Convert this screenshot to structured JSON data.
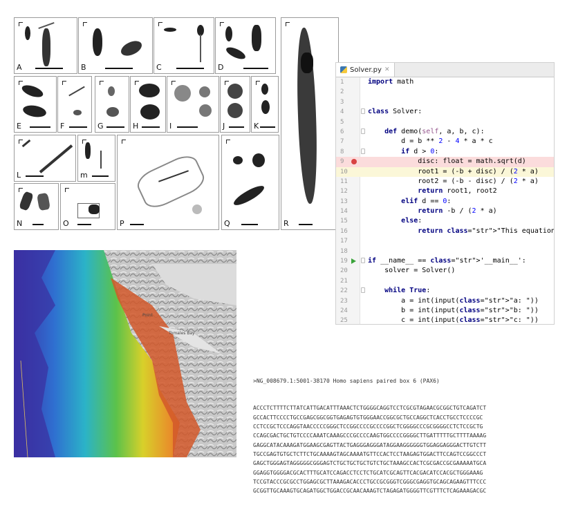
{
  "plankton": {
    "labels": [
      "A",
      "B",
      "C",
      "D",
      "E",
      "F",
      "G",
      "H",
      "I",
      "J",
      "K",
      "L",
      "m",
      "N",
      "O",
      "P",
      "Q",
      "R"
    ]
  },
  "editor": {
    "tab_label": "Solver.py",
    "lines": [
      {
        "n": "1",
        "t": "import math"
      },
      {
        "n": "2",
        "t": ""
      },
      {
        "n": "3",
        "t": ""
      },
      {
        "n": "4",
        "t": "class Solver:"
      },
      {
        "n": "5",
        "t": ""
      },
      {
        "n": "6",
        "t": "    def demo(self, a, b, c):"
      },
      {
        "n": "7",
        "t": "        d = b ** 2 - 4 * a * c"
      },
      {
        "n": "8",
        "t": "        if d > 0:"
      },
      {
        "n": "9",
        "t": "            disc: float = math.sqrt(d)"
      },
      {
        "n": "10",
        "t": "            root1 = (-b + disc) / (2 * a)"
      },
      {
        "n": "11",
        "t": "            root2 = (-b - disc) / (2 * a)"
      },
      {
        "n": "12",
        "t": "            return root1, root2"
      },
      {
        "n": "13",
        "t": "        elif d == 0:"
      },
      {
        "n": "14",
        "t": "            return -b / (2 * a)"
      },
      {
        "n": "15",
        "t": "        else:"
      },
      {
        "n": "16",
        "t": "            return \"This equation has no roots\""
      },
      {
        "n": "17",
        "t": ""
      },
      {
        "n": "18",
        "t": ""
      },
      {
        "n": "19",
        "t": "if __name__ == '__main__':"
      },
      {
        "n": "20",
        "t": "    solver = Solver()"
      },
      {
        "n": "21",
        "t": ""
      },
      {
        "n": "22",
        "t": "    while True:"
      },
      {
        "n": "23",
        "t": "        a = int(input(\"a: \"))"
      },
      {
        "n": "24",
        "t": "        b = int(input(\"b: \"))"
      },
      {
        "n": "25",
        "t": "        c = int(input(\"c: \"))"
      }
    ],
    "breakpoint_line": "9",
    "current_line": "10",
    "run_line": "19"
  },
  "map": {
    "labels": {
      "point": "Point",
      "bay": "Tomales Bay"
    }
  },
  "sequence": {
    "header": ">NG_008679.1:5001-38170 Homo sapiens paired box 6 (PAX6)",
    "lines": [
      "ACCCTCTTTTCTTATCATTGACATTTAAACTCTGGGGCAGGTCCTCGCGTAGAACGCGGCTGTCAGATCT",
      "GCCACTTCCCCTGCCGAGCGGCGGTGAGAGTGTGGGAACCGGCGCTGCCAGGCTCACCTGCCTCCCCGC",
      "CCTCCGCTCCCAGGTAACCCCCGGGCTCCGGCCCCGCCCCGGCTCGGGGCCCGCGGGGCCTCTCCGCTG",
      "CCAGCGACTGCTGTCCCCAAATCAAAGCCCGCCCCAAGTGGCCCCGGGGCTTGATTTTTGCTTTTAAAAG",
      "GAGGCATACAAAGATGGAAGCGAGTTACTGAGGGAGGGATAGGAAGGGGGGTGGAGGAGGGACTTGTCTT",
      "TGCCGAGTGTGCTCTTCTGCAAAAGTAGCAAAATGTTCCACTCCTAAGAGTGGACTTCCAGTCCGGCCCT",
      "GAGCTGGGAGTAGGGGGCGGGAGTCTGCTGCTGCTGTCTGCTAAAGCCACTCGCGACCGCGAAAAATGCA",
      "GGAGGTGGGGACGCACTTTGCATCCAGACCTCCTCTGCATCGCAGTTCACGACATCCACGCTGGGAAAG",
      "TCCGTACCCGCGCCTGGAGCGCTTAAAGACACCCTGCCGCGGGTCGGGCGAGGTGCAGCAGAAGTTTCCC",
      "GCGGTTGCAAAGTGCAGATGGCTGGACCGCAACAAAGTCTAGAGATGGGGTTCGTTTCTCAGAAAGACGC"
    ]
  }
}
